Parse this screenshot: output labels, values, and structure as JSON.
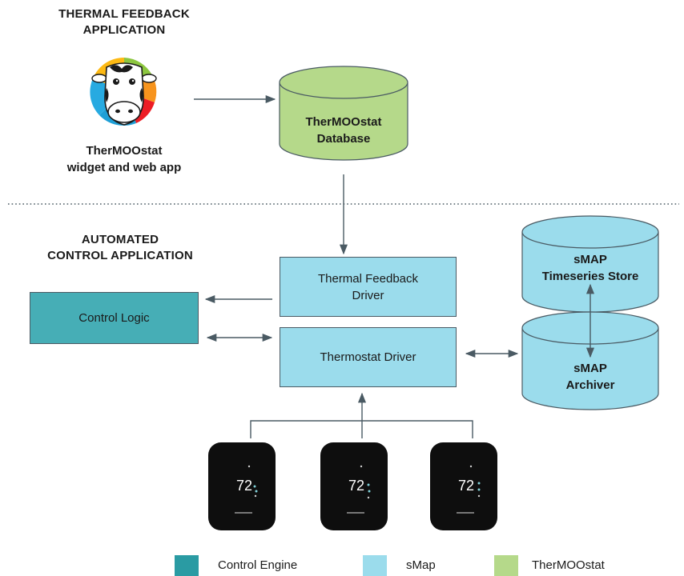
{
  "thermal_section": {
    "heading_line1": "THERMAL FEEDBACK",
    "heading_line2": "APPLICATION",
    "app_caption_line1": "TherMOOstat",
    "app_caption_line2": "widget and web app",
    "database_line1": "TherMOOstat",
    "database_line2": "Database"
  },
  "control_section": {
    "heading_line1": "AUTOMATED",
    "heading_line2": "CONTROL APPLICATION",
    "thermal_driver_line1": "Thermal Feedback",
    "thermal_driver_line2": "Driver",
    "control_logic": "Control Logic",
    "thermostat_driver": "Thermostat Driver",
    "timeseries_line1": "sMAP",
    "timeseries_line2": "Timeseries Store",
    "archiver_line1": "sMAP",
    "archiver_line2": "Archiver",
    "thermostat_temperature": "72"
  },
  "legend": [
    {
      "label": "Control Engine",
      "color": "#2a9ba3"
    },
    {
      "label": "sMap",
      "color": "#9bdcec"
    },
    {
      "label": "TherMOOstat",
      "color": "#b5d98a"
    }
  ],
  "colors": {
    "smap": "#9bdcec",
    "control_engine": "#46aeb6",
    "thermoostat": "#b5d98a",
    "stroke": "#4a5a63"
  }
}
